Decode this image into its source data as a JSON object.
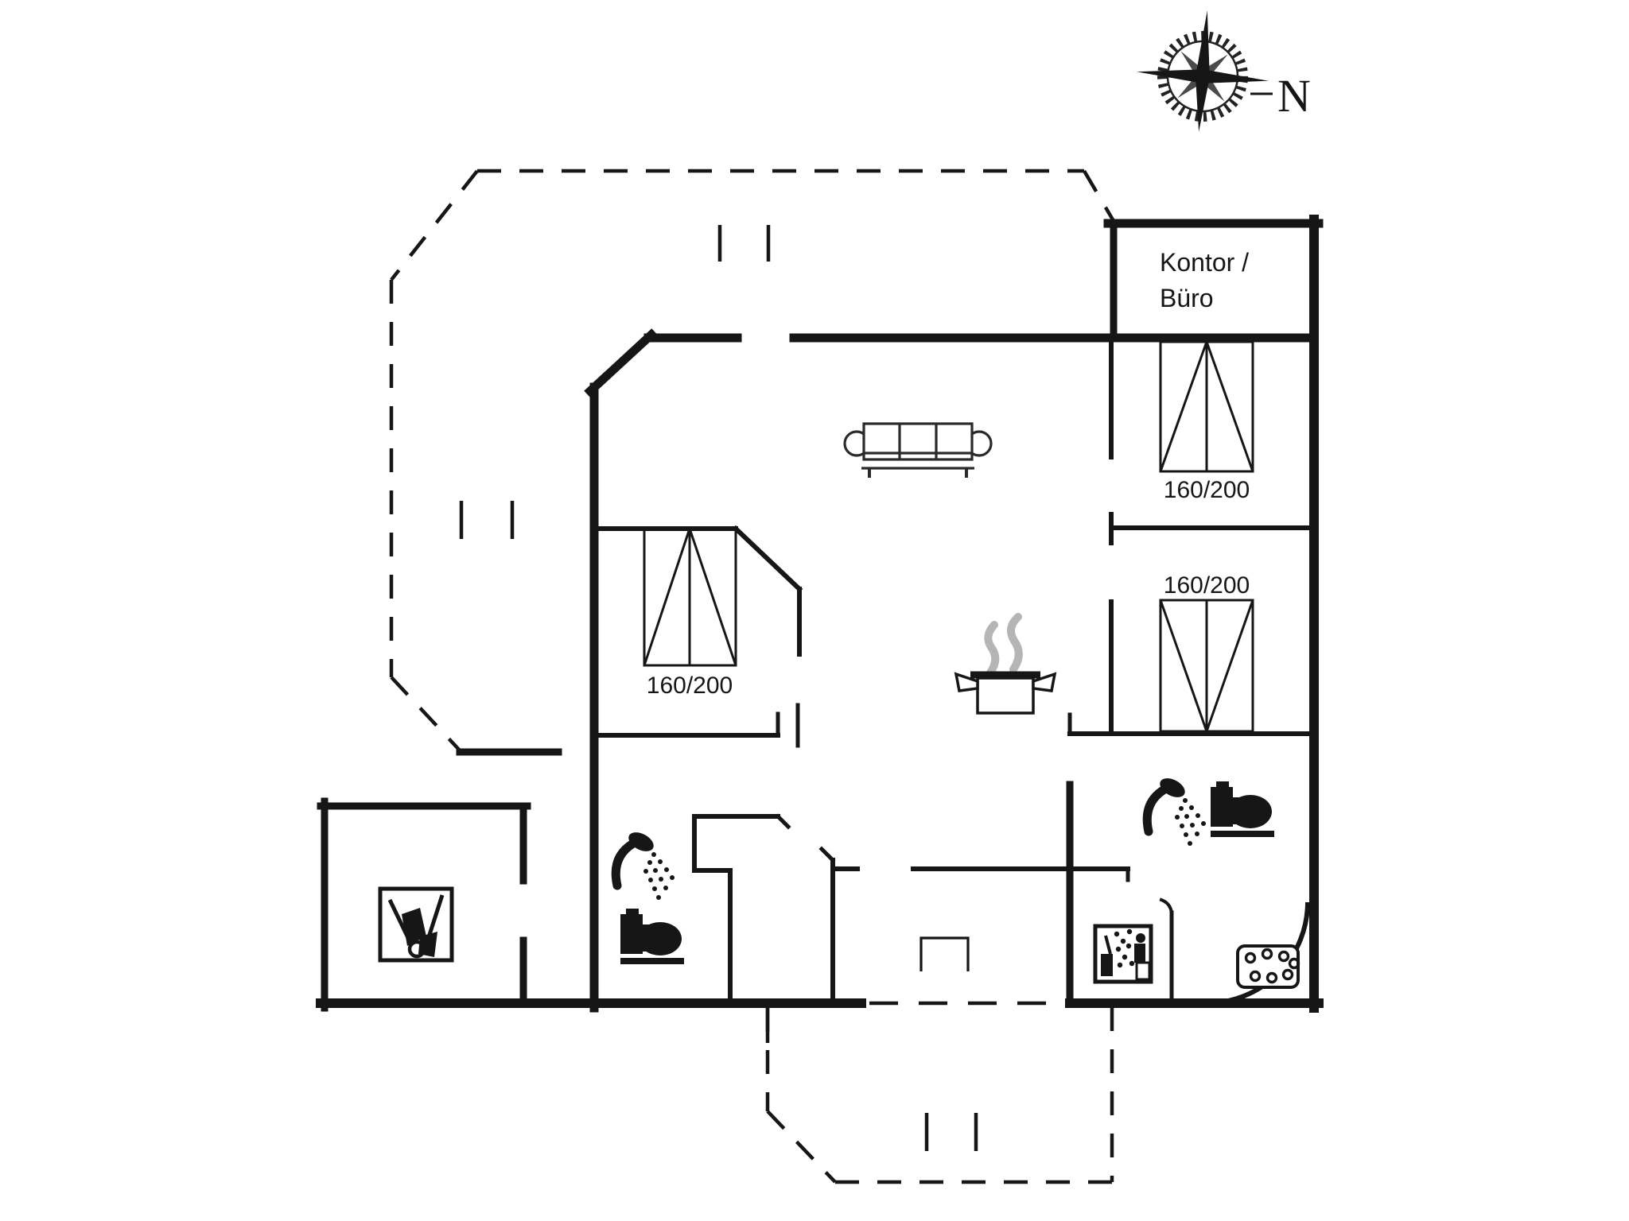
{
  "plan": {
    "type": "floor-plan",
    "compass": {
      "label": "N"
    },
    "office_room": {
      "label_line1": "Kontor /",
      "label_line2": "Büro"
    },
    "beds": {
      "left_bedroom": {
        "size": "160/200"
      },
      "upper_right_bedroom": {
        "size": "160/200"
      },
      "lower_right_bedroom": {
        "size": "160/200"
      }
    },
    "colors": {
      "wall": "#161616",
      "steam": "#b5b5b5",
      "background": "#ffffff"
    },
    "icons": {
      "compass-rose-icon": "eight-point star with toothed ring",
      "sofa-icon": "three-seat sofa top view",
      "cooking-pot-icon": "pot with steam",
      "double-bed-icon": "rectangle with center line and diagonals",
      "shower-icon": "shower head with spray",
      "toilet-icon": "toilet side silhouette",
      "sauna-icon": "sauna with person and steam",
      "whirlpool-tub-icon": "corner tub arc",
      "bubble-panel-icon": "rounded rect with bubbles",
      "garden-tools-icon": "wheelbarrow and broom",
      "stove-icon": "open rectangle",
      "door-step-marks": "paired tick lines"
    }
  }
}
